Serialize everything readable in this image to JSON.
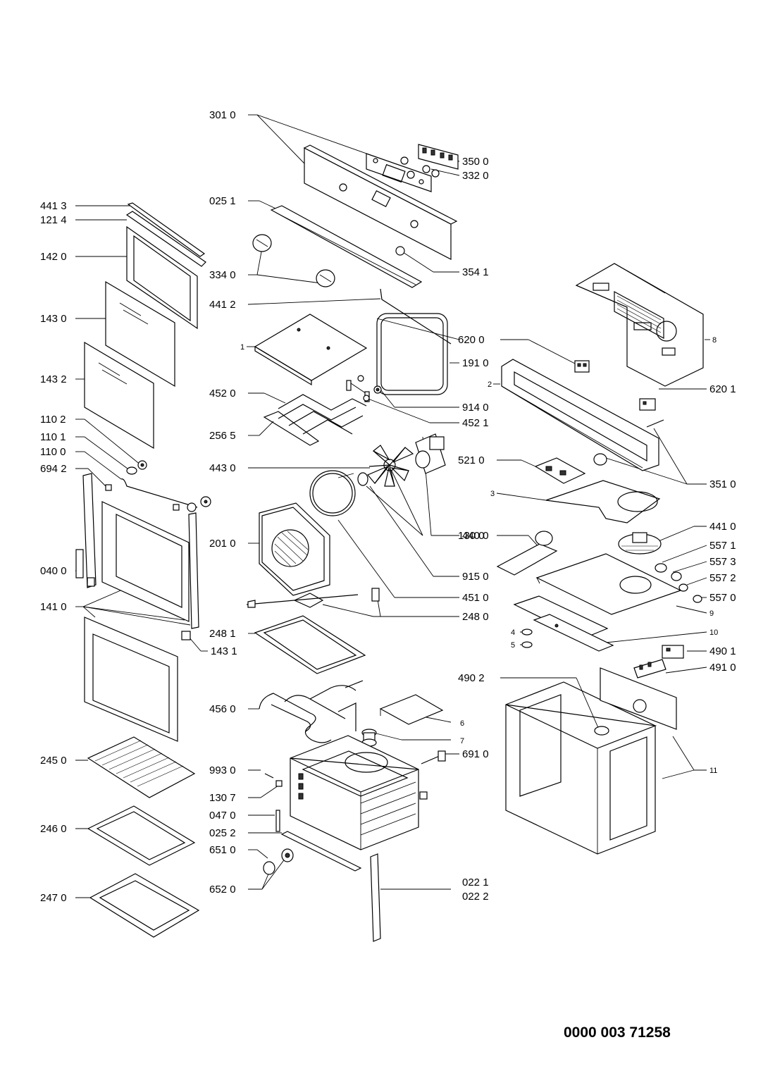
{
  "labels": {
    "l3010": "301 0",
    "l3500": "350 0",
    "l3320": "332 0",
    "l0251": "025 1",
    "l3541": "354 1",
    "l3340": "334 0",
    "l4412": "441 2",
    "l4413": "441 3",
    "l1214": "121 4",
    "l1420": "142 0",
    "l1430": "143 0",
    "l1432": "143 2",
    "l1102": "110 2",
    "l1101": "110 1",
    "l1100": "110 0",
    "l6942": "694 2",
    "l0400": "040 0",
    "l1410": "141 0",
    "l1431": "143 1",
    "l2450": "245 0",
    "l2460": "246 0",
    "l2470": "247 0",
    "l1": "1",
    "l4520": "452 0",
    "l2565": "256 5",
    "l4430": "443 0",
    "l2010": "201 0",
    "l2481": "248 1",
    "l4560": "456 0",
    "l9930": "993 0",
    "l1307": "130 7",
    "l0470": "047 0",
    "l0252": "025 2",
    "l6510": "651 0",
    "l6520": "652 0",
    "l6200": "620 0",
    "l1910": "191 0",
    "l9140": "914 0",
    "l4521": "452 1",
    "l4400": "440 0",
    "l9150": "915 0",
    "l4510": "451 0",
    "l2480": "248 0",
    "l6": "6",
    "l7": "7",
    "l6910": "691 0",
    "l0221": "022 1",
    "l0222": "022 2",
    "l8": "8",
    "l2": "2",
    "l6201": "620 1",
    "l5210": "521 0",
    "l3510": "351 0",
    "l3": "3",
    "l4410": "441 0",
    "l1300": "130 0",
    "l5571": "557 1",
    "l5573": "557 3",
    "l5572": "557 2",
    "l5570": "557 0",
    "l9": "9",
    "l4": "4",
    "l5": "5",
    "l10": "10",
    "l4901": "490 1",
    "l4910": "491 0",
    "l4902": "490 2",
    "l11": "11"
  },
  "document_number": "0000 003 71258"
}
